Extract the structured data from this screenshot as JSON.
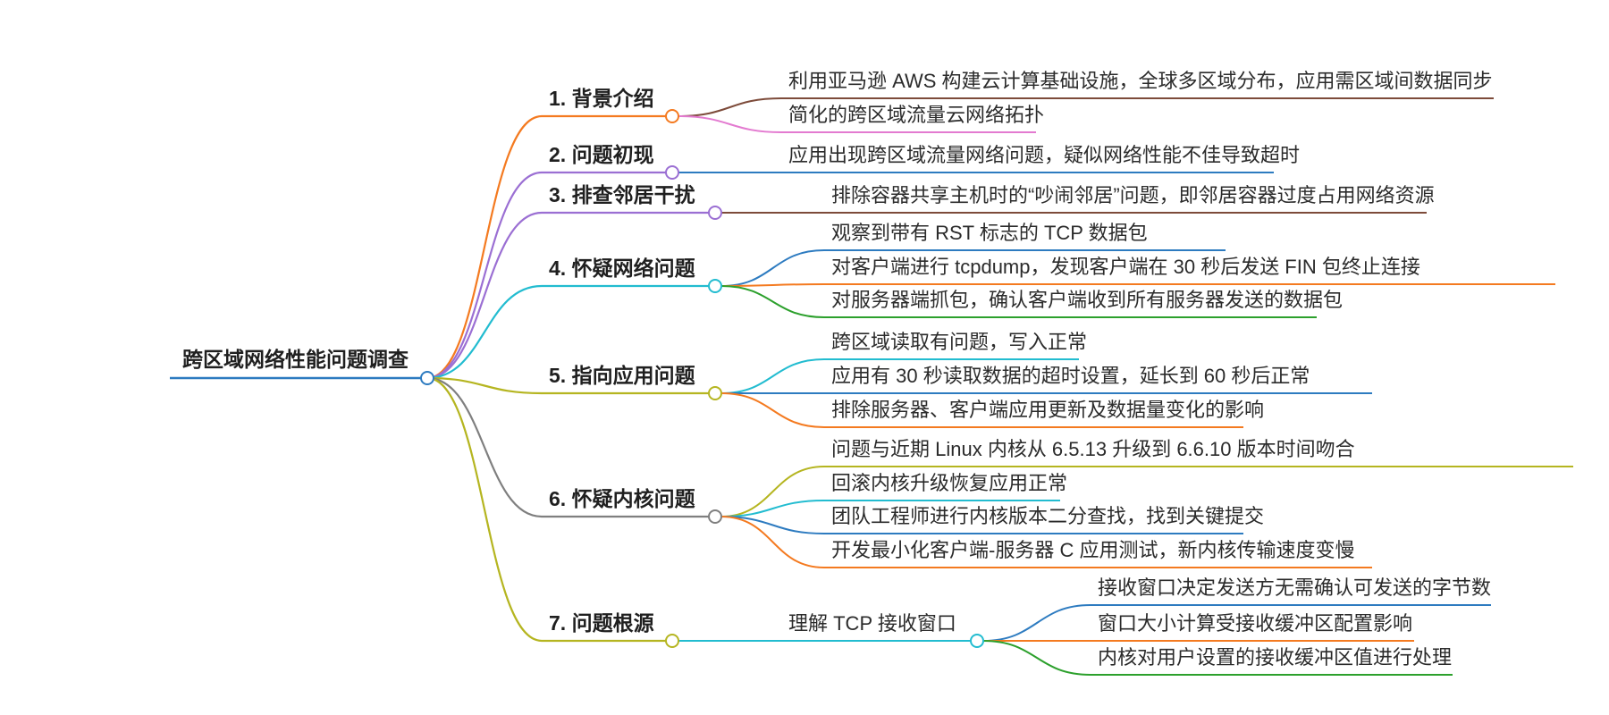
{
  "mindmap": {
    "root": "跨区域网络性能问题调查",
    "branches": [
      {
        "label": "1. 背景介绍",
        "color": "#f47a20",
        "children": [
          {
            "text": "利用亚马逊 AWS 构建云计算基础设施，全球多区域分布，应用需区域间数据同步",
            "color": "#7d4b3a"
          },
          {
            "text": "简化的跨区域流量云网络拓扑",
            "color": "#e37ad0"
          }
        ]
      },
      {
        "label": "2. 问题初现",
        "color": "#9b6fd3",
        "children": [
          {
            "text": "应用出现跨区域流量网络问题，疑似网络性能不佳导致超时",
            "color": "#2d7bc0"
          }
        ]
      },
      {
        "label": "3. 排查邻居干扰",
        "color": "#9b6fd3",
        "children": [
          {
            "text": "排除容器共享主机时的“吵闹邻居”问题，即邻居容器过度占用网络资源",
            "color": "#7d4b3a"
          }
        ]
      },
      {
        "label": "4. 怀疑网络问题",
        "color": "#22bcd0",
        "children": [
          {
            "text": "观察到带有 RST 标志的 TCP 数据包",
            "color": "#2d7bc0"
          },
          {
            "text": "对客户端进行 tcpdump，发现客户端在 30 秒后发送 FIN 包终止连接",
            "color": "#f47a20"
          },
          {
            "text": "对服务器端抓包，确认客户端收到所有服务器发送的数据包",
            "color": "#2ca02c"
          }
        ]
      },
      {
        "label": "5. 指向应用问题",
        "color": "#b5b520",
        "children": [
          {
            "text": "跨区域读取有问题，写入正常",
            "color": "#22bcd0"
          },
          {
            "text": "应用有 30 秒读取数据的超时设置，延长到 60 秒后正常",
            "color": "#2d7bc0"
          },
          {
            "text": "排除服务器、客户端应用更新及数据量变化的影响",
            "color": "#f47a20"
          }
        ]
      },
      {
        "label": "6. 怀疑内核问题",
        "color": "#7f7f7f",
        "children": [
          {
            "text": "问题与近期 Linux 内核从 6.5.13 升级到 6.6.10 版本时间吻合",
            "color": "#b5b520"
          },
          {
            "text": "回滚内核升级恢复应用正常",
            "color": "#22bcd0"
          },
          {
            "text": "团队工程师进行内核版本二分查找，找到关键提交",
            "color": "#2d7bc0"
          },
          {
            "text": "开发最小化客户端-服务器 C 应用测试，新内核传输速度变慢",
            "color": "#f47a20"
          }
        ]
      },
      {
        "label": "7. 问题根源",
        "color": "#b5b520",
        "children": [
          {
            "text": "理解 TCP 接收窗口",
            "color": "#22bcd0",
            "children": [
              {
                "text": "接收窗口决定发送方无需确认可发送的字节数",
                "color": "#2d7bc0"
              },
              {
                "text": "窗口大小计算受接收缓冲区配置影响",
                "color": "#f47a20"
              },
              {
                "text": "内核对用户设置的接收缓冲区值进行处理",
                "color": "#2ca02c"
              }
            ]
          }
        ]
      }
    ],
    "root_color": "#2d7bc0"
  }
}
